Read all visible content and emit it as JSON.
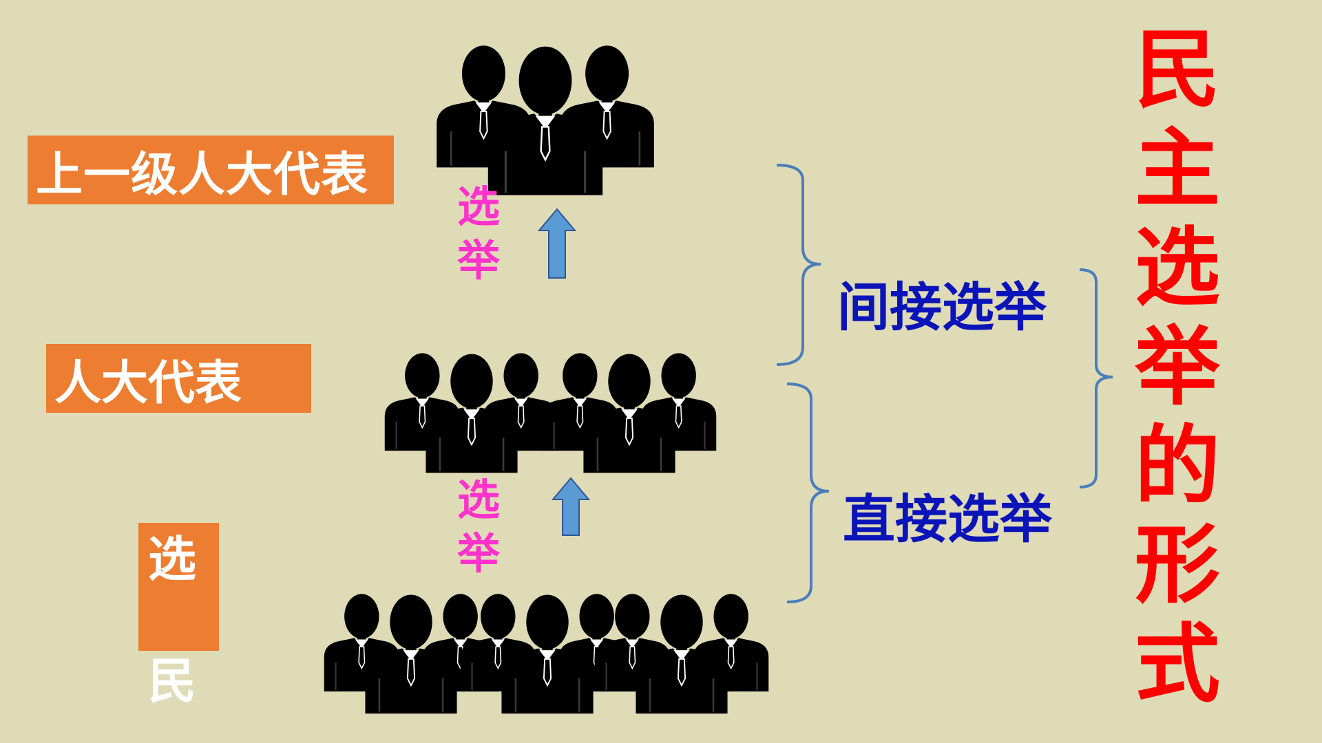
{
  "levels": {
    "upper_deputies": "上一级人大代表",
    "deputies": "人大代表",
    "voters_char_1": "选",
    "voters_char_2": "民"
  },
  "election_label": "选举",
  "election_types": {
    "indirect": "间接选举",
    "direct": "直接选举"
  },
  "title": "民主选举的形式",
  "icons": {
    "people": "people-silhouette-icon",
    "arrow": "up-arrow-icon"
  },
  "colors": {
    "background": "#e0dbb7",
    "label_box": "#ed7d31",
    "election_text": "#ff33cc",
    "type_text": "#0a14b8",
    "title_text": "#ff0000",
    "arrow_fill": "#5b9bd5",
    "bracket": "#4a7ebb"
  }
}
